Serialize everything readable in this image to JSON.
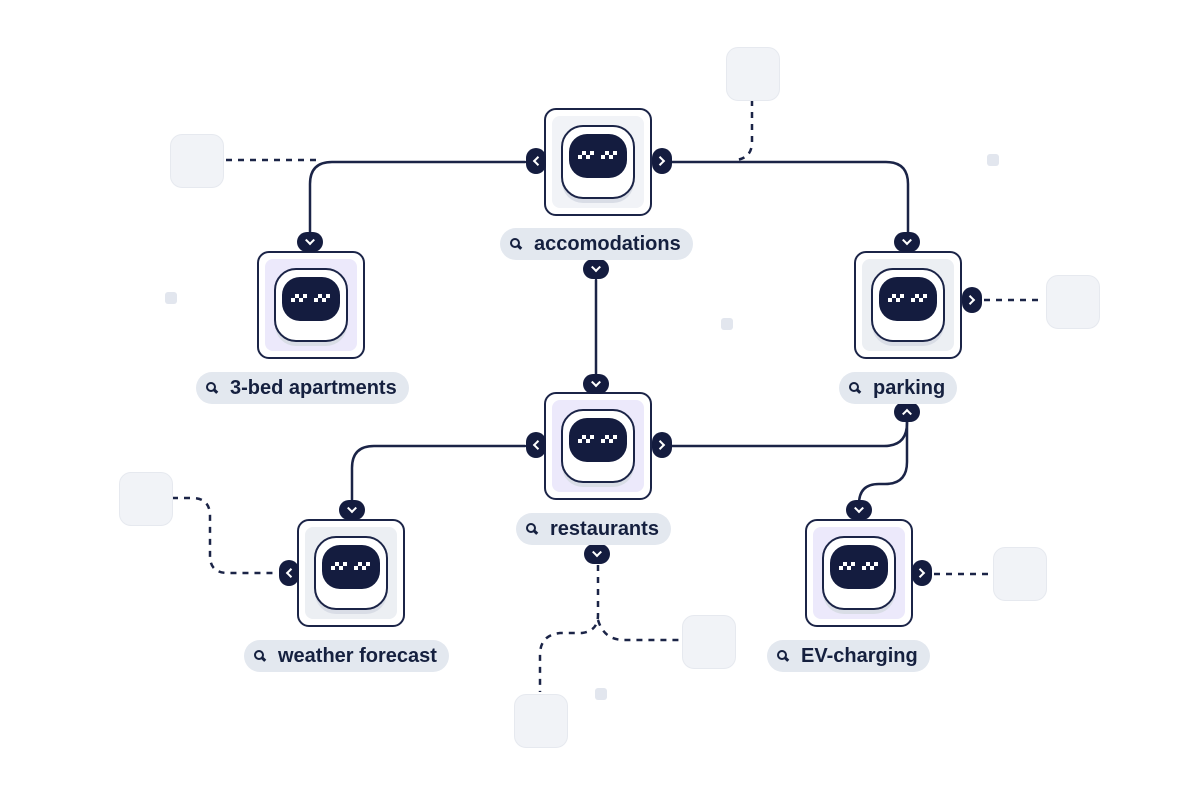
{
  "nodes": {
    "accomodations": {
      "label": "accomodations",
      "icon": "robot-icon",
      "tint": "#f1f3f7"
    },
    "apartments": {
      "label": "3-bed apartments",
      "icon": "robot-icon",
      "tint": "#ece9fb"
    },
    "parking": {
      "label": "parking",
      "icon": "robot-icon",
      "tint": "#eceff3"
    },
    "restaurants": {
      "label": "restaurants",
      "icon": "robot-icon",
      "tint": "#ece9fb"
    },
    "weather": {
      "label": "weather forecast",
      "icon": "robot-icon",
      "tint": "#eceff3"
    },
    "ev_charging": {
      "label": "EV-charging",
      "icon": "robot-icon",
      "tint": "#ece9fb"
    }
  },
  "label_icon": "search-icon",
  "colors": {
    "line": "#1b2447",
    "port": "#141c3f",
    "label_bg": "#e3e8ef",
    "placeholder": "#f1f3f7"
  }
}
